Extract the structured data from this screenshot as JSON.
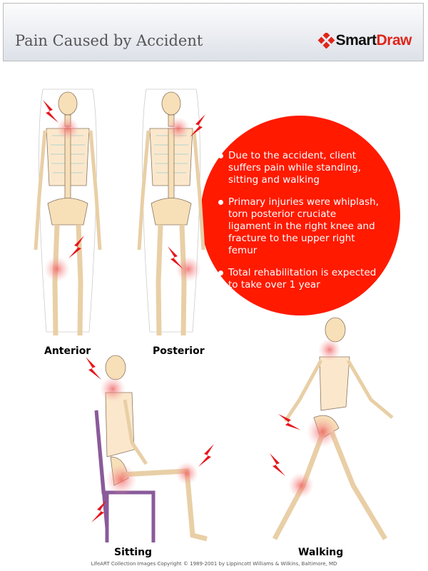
{
  "header": {
    "title": "Pain Caused by Accident",
    "logo_part1": "Smart",
    "logo_part2": "Draw"
  },
  "bullets": [
    "Due to the accident, client suffers pain while standing, sitting and walking",
    "Primary injuries were whiplash, torn posterior cruciate ligament in the right knee and fracture to the upper right femur",
    "Total rehabilitation is expected to take over 1 year"
  ],
  "figures": {
    "anterior": "Anterior",
    "posterior": "Posterior",
    "sitting": "Sitting",
    "walking": "Walking"
  },
  "copyright": "LifeART Collection Images Copyright © 1989-2001 by Lippincott Williams & Wilkins, Baltimore, MD",
  "colors": {
    "accent": "#ff1a00",
    "bone": "#f7dfb8",
    "pain": "#f08080"
  }
}
